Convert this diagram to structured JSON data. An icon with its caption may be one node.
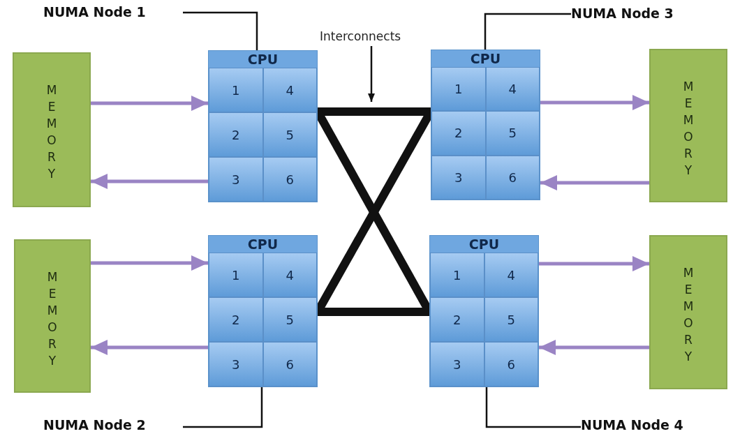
{
  "diagram": {
    "nodes": [
      {
        "text": [
          "NUMA Node 1"
        ]
      },
      {
        "text": [
          "NUMA Node 3"
        ]
      },
      {
        "text": [
          "Interconnects"
        ]
      },
      {
        "text": [
          "MEMORY"
        ]
      },
      {
        "text": [
          "CPU"
        ]
      },
      {
        "text": [
          "1"
        ],
        "in": 4
      },
      {
        "text": [
          "4"
        ],
        "in": 4
      },
      {
        "text": [
          "2"
        ],
        "in": 4
      },
      {
        "text": [
          "5"
        ],
        "in": 4
      },
      {
        "text": [
          "3"
        ],
        "in": 4
      },
      {
        "text": [
          "6"
        ],
        "in": 4
      },
      {
        "text": [
          "CPU"
        ]
      },
      {
        "text": [
          "1"
        ],
        "in": 11
      },
      {
        "text": [
          "4"
        ],
        "in": 11
      },
      {
        "text": [
          "2"
        ],
        "in": 11
      },
      {
        "text": [
          "5"
        ],
        "in": 11
      },
      {
        "text": [
          "3"
        ],
        "in": 11
      },
      {
        "text": [
          "6"
        ],
        "in": 11
      },
      {
        "text": [
          "MEMORY"
        ]
      },
      {
        "text": [
          "MEMORY"
        ]
      },
      {
        "text": [
          "CPU"
        ]
      },
      {
        "text": [
          "1"
        ],
        "in": 20
      },
      {
        "text": [
          "4"
        ],
        "in": 20
      },
      {
        "text": [
          "2"
        ],
        "in": 20
      },
      {
        "text": [
          "5"
        ],
        "in": 20
      },
      {
        "text": [
          "3"
        ],
        "in": 20
      },
      {
        "text": [
          "6"
        ],
        "in": 20
      },
      {
        "text": [
          "CPU"
        ]
      },
      {
        "text": [
          "1"
        ],
        "in": 27
      },
      {
        "text": [
          "4"
        ],
        "in": 27
      },
      {
        "text": [
          "2"
        ],
        "in": 27
      },
      {
        "text": [
          "5"
        ],
        "in": 27
      },
      {
        "text": [
          "3"
        ],
        "in": 27
      },
      {
        "text": [
          "6"
        ],
        "in": 27
      },
      {
        "text": [
          "MEMORY"
        ]
      },
      {
        "text": [
          "NUMA Node 2"
        ]
      },
      {
        "text": [
          "NUMA Node 4"
        ]
      }
    ],
    "edges": [
      {
        "from": 0,
        "to": 4,
        "arrow": "none"
      },
      {
        "from": 1,
        "to": 11,
        "arrow": "none"
      },
      {
        "from": 2,
        "to": null,
        "arrow": "to"
      },
      {
        "from": 3,
        "to": 4,
        "arrow": "to",
        "color": "#9a84c4"
      },
      {
        "from": 4,
        "to": 3,
        "arrow": "to",
        "color": "#9a84c4"
      },
      {
        "from": 11,
        "to": 18,
        "arrow": "to",
        "color": "#9a84c4"
      },
      {
        "from": 18,
        "to": 11,
        "arrow": "to",
        "color": "#9a84c4"
      },
      {
        "from": 19,
        "to": 20,
        "arrow": "to",
        "color": "#9a84c4"
      },
      {
        "from": 20,
        "to": 19,
        "arrow": "to",
        "color": "#9a84c4"
      },
      {
        "from": 27,
        "to": 34,
        "arrow": "to",
        "color": "#9a84c4"
      },
      {
        "from": 34,
        "to": 27,
        "arrow": "to",
        "color": "#9a84c4"
      },
      {
        "from": 4,
        "to": 11,
        "arrow": "none",
        "style": "thick"
      },
      {
        "from": 4,
        "to": 27,
        "arrow": "none",
        "style": "thick"
      },
      {
        "from": 11,
        "to": 20,
        "arrow": "none",
        "style": "thick"
      },
      {
        "from": 20,
        "to": 27,
        "arrow": "none",
        "style": "thick"
      },
      {
        "from": 35,
        "to": 20,
        "arrow": "none"
      },
      {
        "from": 36,
        "to": 27,
        "arrow": "none"
      }
    ]
  }
}
